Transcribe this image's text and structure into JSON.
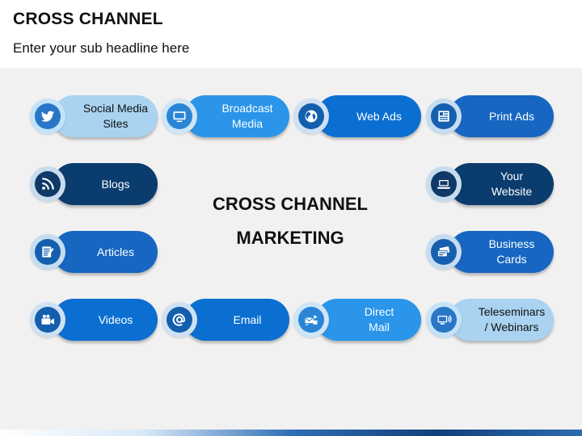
{
  "title": "CROSS CHANNEL",
  "subtitle": "Enter your sub headline here",
  "center": {
    "line1": "CROSS CHANNEL",
    "line2": "MARKETING"
  },
  "channels": [
    {
      "label_1": "Social Media",
      "label_2": "Sites",
      "icon": "twitter-icon"
    },
    {
      "label_1": "Broadcast",
      "label_2": "Media",
      "icon": "tv-icon"
    },
    {
      "label_1": "Web Ads",
      "label_2": "",
      "icon": "globe-icon"
    },
    {
      "label_1": "Print Ads",
      "label_2": "",
      "icon": "newspaper-icon"
    },
    {
      "label_1": "Blogs",
      "label_2": "",
      "icon": "rss-icon"
    },
    {
      "label_1": "Your",
      "label_2": "Website",
      "icon": "laptop-icon"
    },
    {
      "label_1": "Articles",
      "label_2": "",
      "icon": "article-icon"
    },
    {
      "label_1": "Business",
      "label_2": "Cards",
      "icon": "business-card-icon"
    },
    {
      "label_1": "Videos",
      "label_2": "",
      "icon": "video-camera-icon"
    },
    {
      "label_1": "Email",
      "label_2": "",
      "icon": "at-sign-icon"
    },
    {
      "label_1": "Direct",
      "label_2": "Mail",
      "icon": "direct-mail-icon"
    },
    {
      "label_1": "Teleseminars",
      "label_2": "/ Webinars",
      "icon": "webinar-icon"
    }
  ]
}
